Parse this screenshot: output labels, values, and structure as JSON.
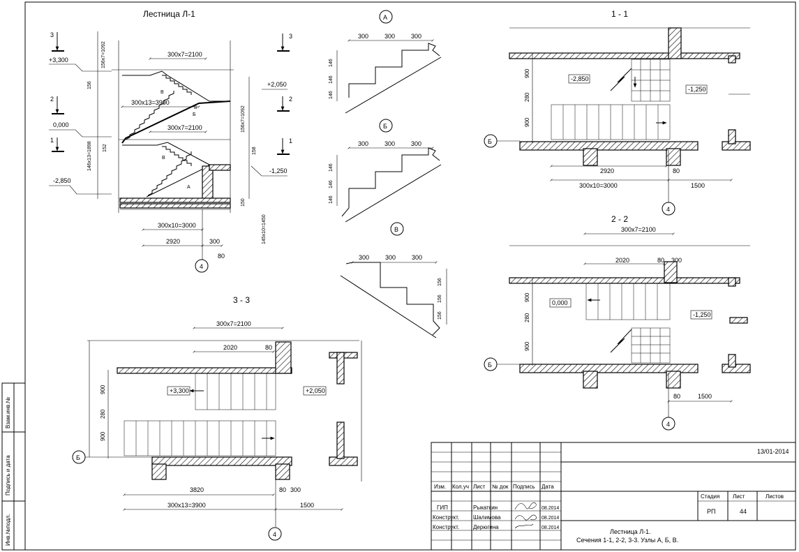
{
  "sheet": {
    "main_title": "Лестница Л-1",
    "section_a": "1 - 1",
    "section_b": "2 - 2",
    "section_c": "3 - 3",
    "node_a": "А",
    "node_b": "Б",
    "node_c": "В"
  },
  "elevation_section": {
    "levels": [
      {
        "mark": "3",
        "value": "+3,300"
      },
      {
        "mark": "2",
        "value": "0,000"
      },
      {
        "mark": "1",
        "value": "-2,850"
      },
      {
        "mark": "3",
        "value": ""
      },
      {
        "mark": "2",
        "value": "+2,050"
      },
      {
        "mark": "1",
        "value": "-1,250"
      }
    ],
    "dims": {
      "d1": "300x7=2100",
      "d2": "300x13=3900",
      "d3": "300x7=2100",
      "d4": "300x10=3000",
      "d5": "2920",
      "d6": "300",
      "d7": "80",
      "v1": "156x7=1092",
      "v2": "156",
      "v3": "146x13=1898",
      "v4": "152",
      "v5": "156x7=1092",
      "v6": "158",
      "v7": "150",
      "v8": "145x10=1450"
    },
    "axis": "4",
    "marks": [
      "В",
      "Б",
      "В",
      "Б",
      "А"
    ]
  },
  "nodes": {
    "a": {
      "h": [
        "300",
        "300",
        "300"
      ],
      "v": [
        "146",
        "146",
        "146"
      ]
    },
    "b": {
      "h": [
        "300",
        "300",
        "300"
      ],
      "v": [
        "146",
        "146",
        "146"
      ]
    },
    "c": {
      "h": [
        "300",
        "300",
        "300"
      ],
      "v": [
        "156",
        "156",
        "156"
      ]
    }
  },
  "plan_11": {
    "lev_left": "-2,850",
    "lev_right": "-1,250",
    "v": [
      "900",
      "280",
      "900"
    ],
    "h_total": "2920",
    "h_80": "80",
    "h_steps": "300x10=3000",
    "h_land": "1500",
    "axis_b": "Б",
    "axis_4": "4"
  },
  "plan_22": {
    "top": "300x7=2100",
    "h_2020": "2020",
    "h_80": "80",
    "h_300": "300",
    "lev_left": "0,000",
    "lev_right": "-1,250",
    "v": [
      "900",
      "280",
      "900"
    ],
    "b_80": "80",
    "b_1500": "1500",
    "axis_b": "Б",
    "axis_4": "4"
  },
  "plan_33": {
    "top": "300x7=2100",
    "h_2020": "2020",
    "h_80": "80",
    "h_300": "300",
    "lev_left": "+3,300",
    "lev_right": "+2,050",
    "v": [
      "900",
      "280",
      "900"
    ],
    "b_3820": "3820",
    "b_80": "80",
    "b_300": "300",
    "b_steps": "300x13=3900",
    "b_1500": "1500",
    "axis_b": "Б",
    "axis_4": "4"
  },
  "side_stamp": {
    "f1": "Взам.инв.№",
    "f2": "Подпись и дата",
    "f3": "Инв.№подл."
  },
  "title_block": {
    "code": "13/01-2014",
    "col_izm": "Изм.",
    "col_kol": "Кол.уч",
    "col_list": "Лист",
    "col_ndoc": "№ док",
    "col_sign": "Подпись",
    "col_date": "Дата",
    "rows": [
      {
        "role": "ГИП",
        "name": "Рыкаткин",
        "date": "08.2014"
      },
      {
        "role": "Конструкт.",
        "name": "Шалимова",
        "date": "08.2014"
      },
      {
        "role": "Конструкт.",
        "name": "Дерюгина",
        "date": "08.2014"
      }
    ],
    "stage_label": "Стадия",
    "sheet_label": "Лист",
    "sheets_label": "Листов",
    "stage": "РП",
    "sheet": "44",
    "sheets": "",
    "title_line1": "Лестница Л-1.",
    "title_line2": "Сечения 1-1, 2-2, 3-3. Узлы А, Б, В."
  }
}
